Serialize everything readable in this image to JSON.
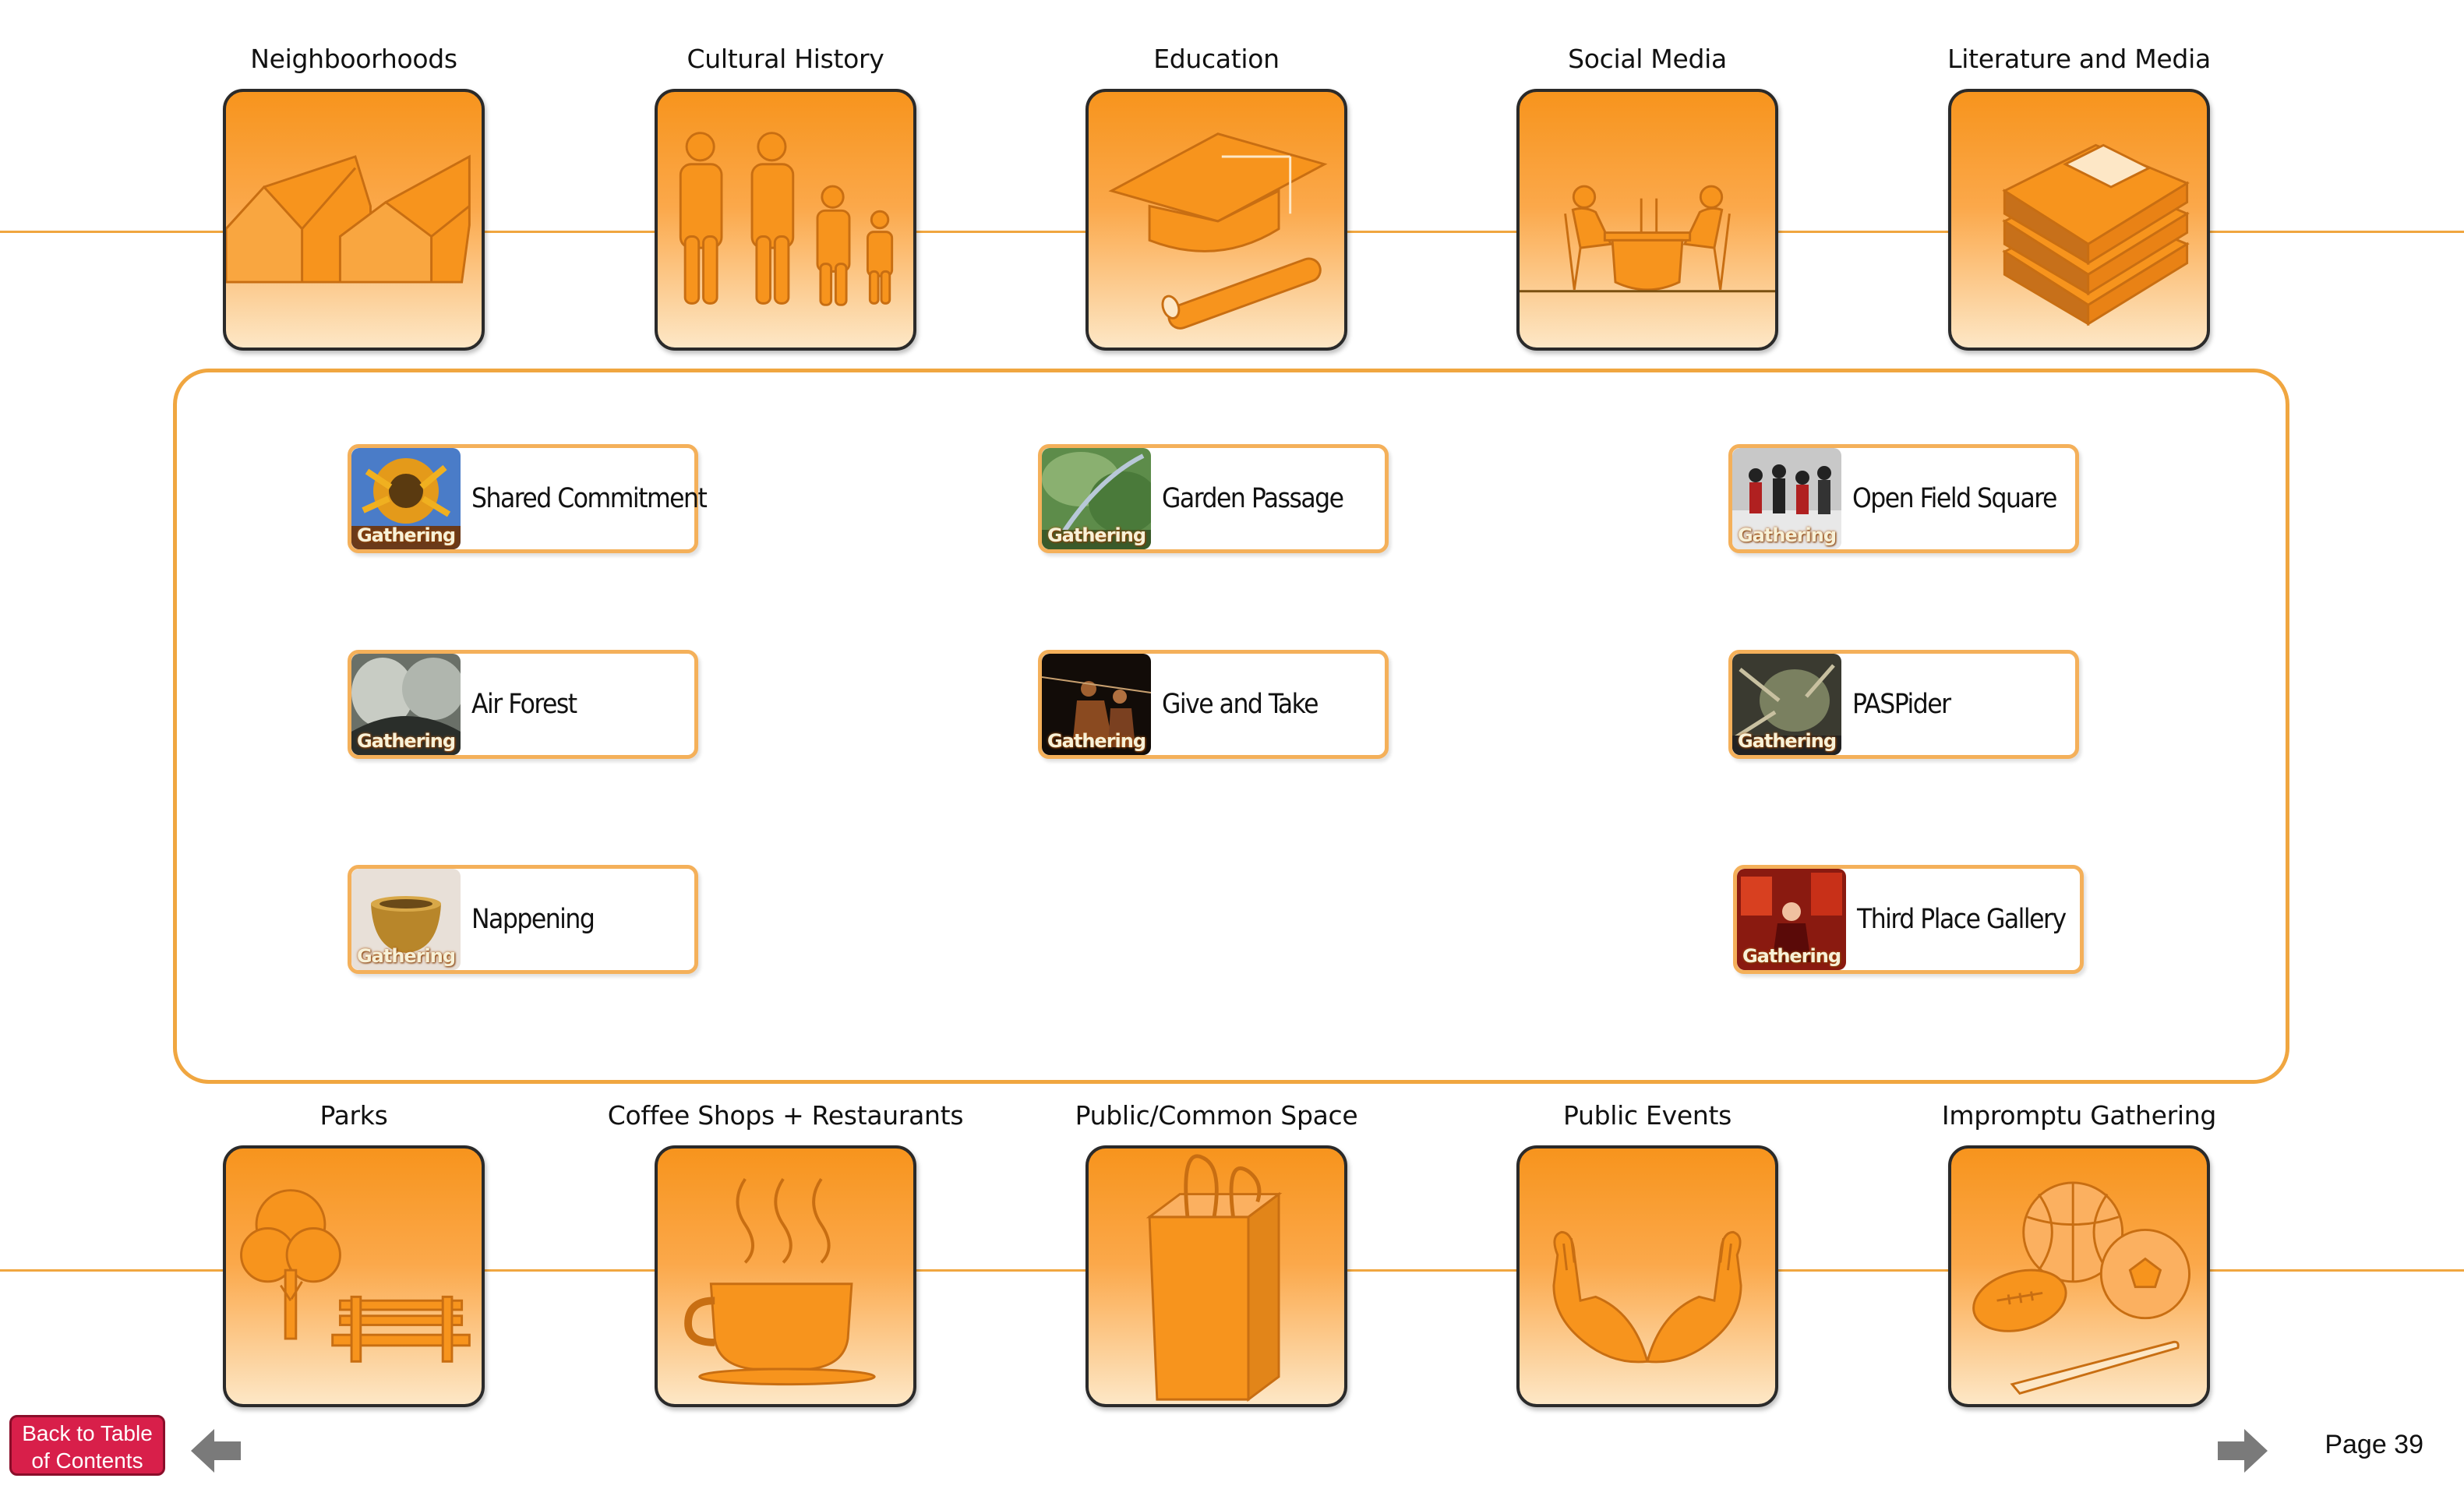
{
  "top_categories": [
    {
      "label": "Neighboorhoods",
      "icon": "houses-icon"
    },
    {
      "label": "Cultural History",
      "icon": "family-icon"
    },
    {
      "label": "Education",
      "icon": "graduation-cap-icon"
    },
    {
      "label": "Social Media",
      "icon": "people-at-table-icon"
    },
    {
      "label": "Literature and Media",
      "icon": "books-icon"
    }
  ],
  "bottom_categories": [
    {
      "label": "Parks",
      "icon": "tree-bench-icon"
    },
    {
      "label": "Coffee Shops + Restaurants",
      "icon": "coffee-cup-icon"
    },
    {
      "label": "Public/Common Space",
      "icon": "shopping-bag-icon"
    },
    {
      "label": "Public Events",
      "icon": "open-hands-icon"
    },
    {
      "label": "Impromptu Gathering",
      "icon": "sports-balls-icon"
    }
  ],
  "projects": [
    {
      "label": "Shared Commitment",
      "tag": "Gathering"
    },
    {
      "label": "Garden Passage",
      "tag": "Gathering"
    },
    {
      "label": "Open Field Square",
      "tag": "Gathering"
    },
    {
      "label": "Air Forest",
      "tag": "Gathering"
    },
    {
      "label": "Give and Take",
      "tag": "Gathering"
    },
    {
      "label": "PASPider",
      "tag": "Gathering"
    },
    {
      "label": "Nappening",
      "tag": "Gathering"
    },
    {
      "label": "Third Place Gallery",
      "tag": "Gathering"
    }
  ],
  "footer": {
    "back_line1": "Back to Table",
    "back_line2": "of Contents",
    "page": "Page 39"
  },
  "colors": {
    "accent": "#f0a640",
    "icon_orange": "#f7941d",
    "back_button": "#d81f4a",
    "arrow": "#7a7a7a"
  }
}
